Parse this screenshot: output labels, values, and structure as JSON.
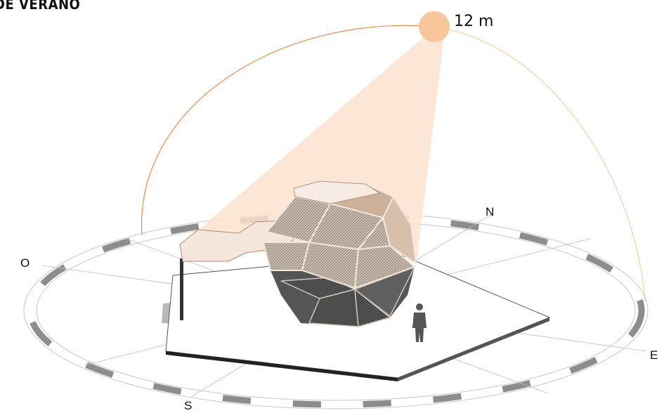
{
  "title": "DE VERANO",
  "sun": {
    "label": "12 m",
    "color": "#f7c69a",
    "ray_color": "#fbe3cf"
  },
  "path_colors": {
    "arc_left": "#f08a4b",
    "arc_right": "#f0d2a6"
  },
  "directions": {
    "west": "O",
    "north": "N",
    "east": "E",
    "south": "S"
  },
  "figure": "person-silhouette",
  "structure": "geodesic-pavilion"
}
